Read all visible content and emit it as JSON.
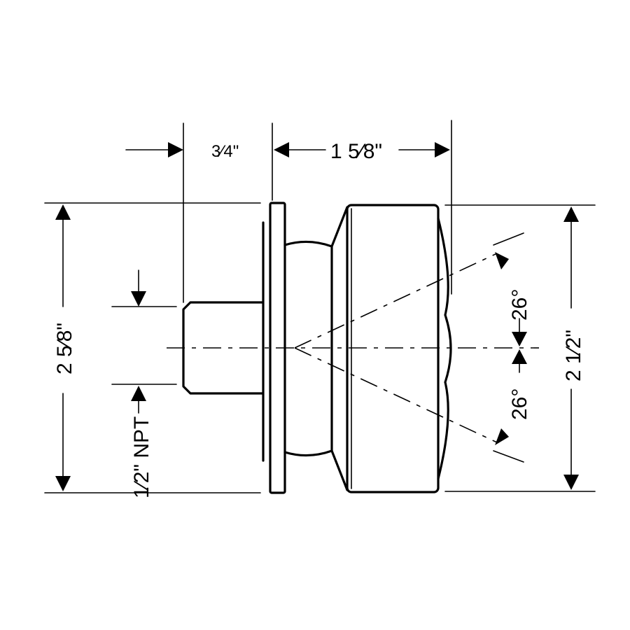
{
  "dimensions": {
    "inlet_length": "3⁄4\"",
    "body_depth": "1 5⁄8\"",
    "flange_height": "2 5⁄8\"",
    "body_diameter": "2 1⁄2\"",
    "thread_size": "1⁄2\" NPT",
    "spray_angle_upper": "26°",
    "spray_angle_lower": "26°"
  }
}
